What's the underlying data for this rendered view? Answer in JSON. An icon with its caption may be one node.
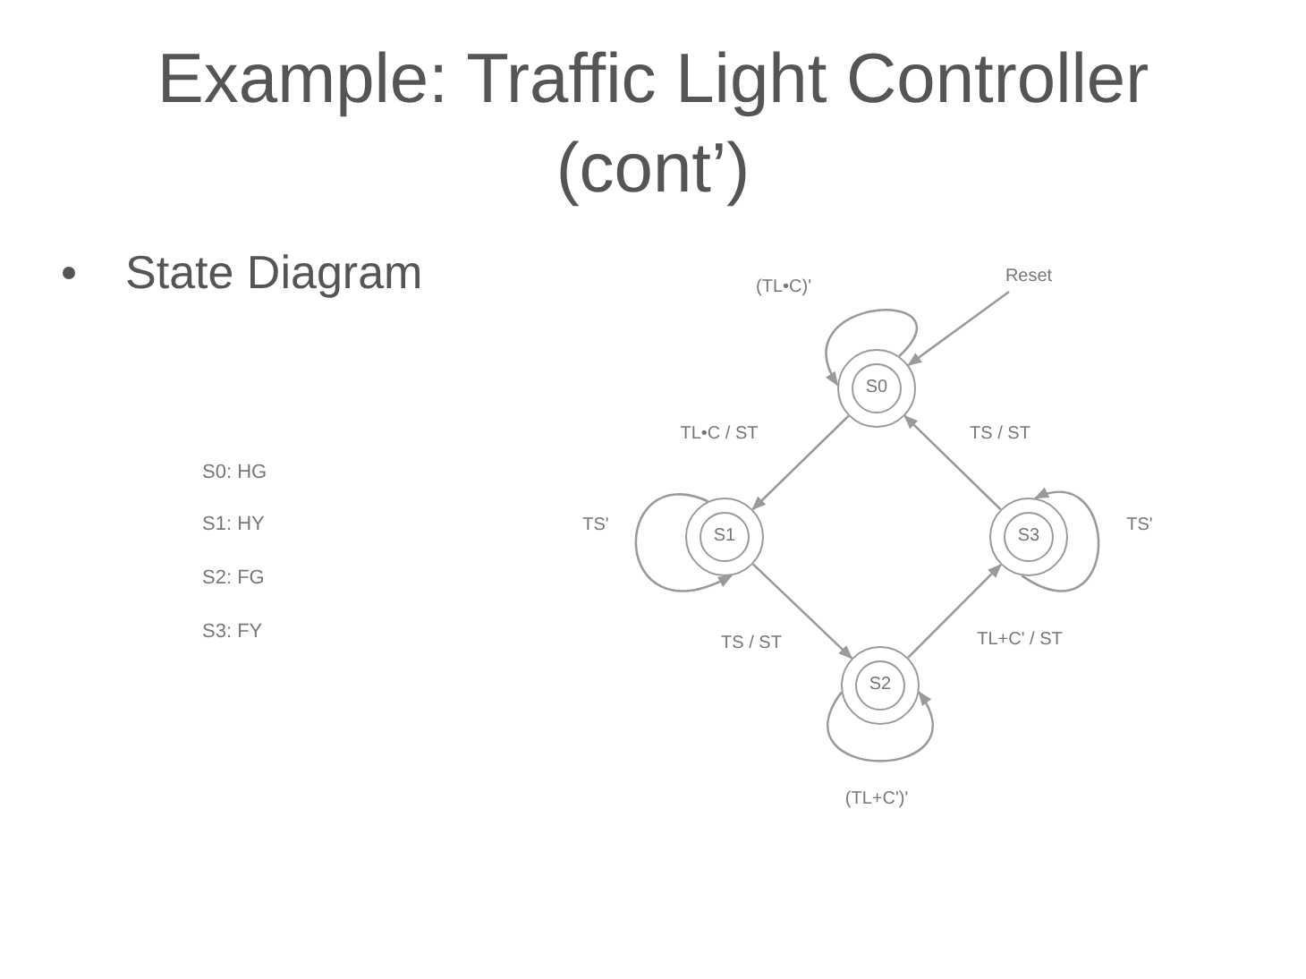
{
  "diagram": {
    "title": "Example: Traffic Light Controller (cont’)",
    "nodes": [
      {
        "text": [
          "Reset"
        ]
      },
      {
        "text": [
          "S0"
        ]
      },
      {
        "text": [
          "S1"
        ]
      },
      {
        "text": [
          "S3"
        ]
      },
      {
        "text": [
          "S2"
        ]
      }
    ],
    "edges": [
      {
        "from": 0,
        "to": 1,
        "arrow": "to"
      },
      {
        "from": 1,
        "to": 1,
        "arrow": "to",
        "label": "(TL•C)'"
      },
      {
        "from": 1,
        "to": 2,
        "arrow": "to",
        "label": "TL•C / ST"
      },
      {
        "from": 3,
        "to": 1,
        "arrow": "to",
        "label": "TS / ST"
      },
      {
        "from": 2,
        "to": 2,
        "arrow": "to",
        "label": "TS'"
      },
      {
        "from": 3,
        "to": 3,
        "arrow": "to",
        "label": "TS'"
      },
      {
        "from": 2,
        "to": 4,
        "arrow": "to",
        "label": "TS / ST"
      },
      {
        "from": 4,
        "to": 3,
        "arrow": "to",
        "label": "TL+C' / ST"
      },
      {
        "from": 4,
        "to": 4,
        "arrow": "to",
        "label": "(TL+C')'"
      }
    ],
    "labels": [
      "State Diagram",
      "S0: HG",
      "S1: HY",
      "S2: FG",
      "S3: FY"
    ]
  }
}
